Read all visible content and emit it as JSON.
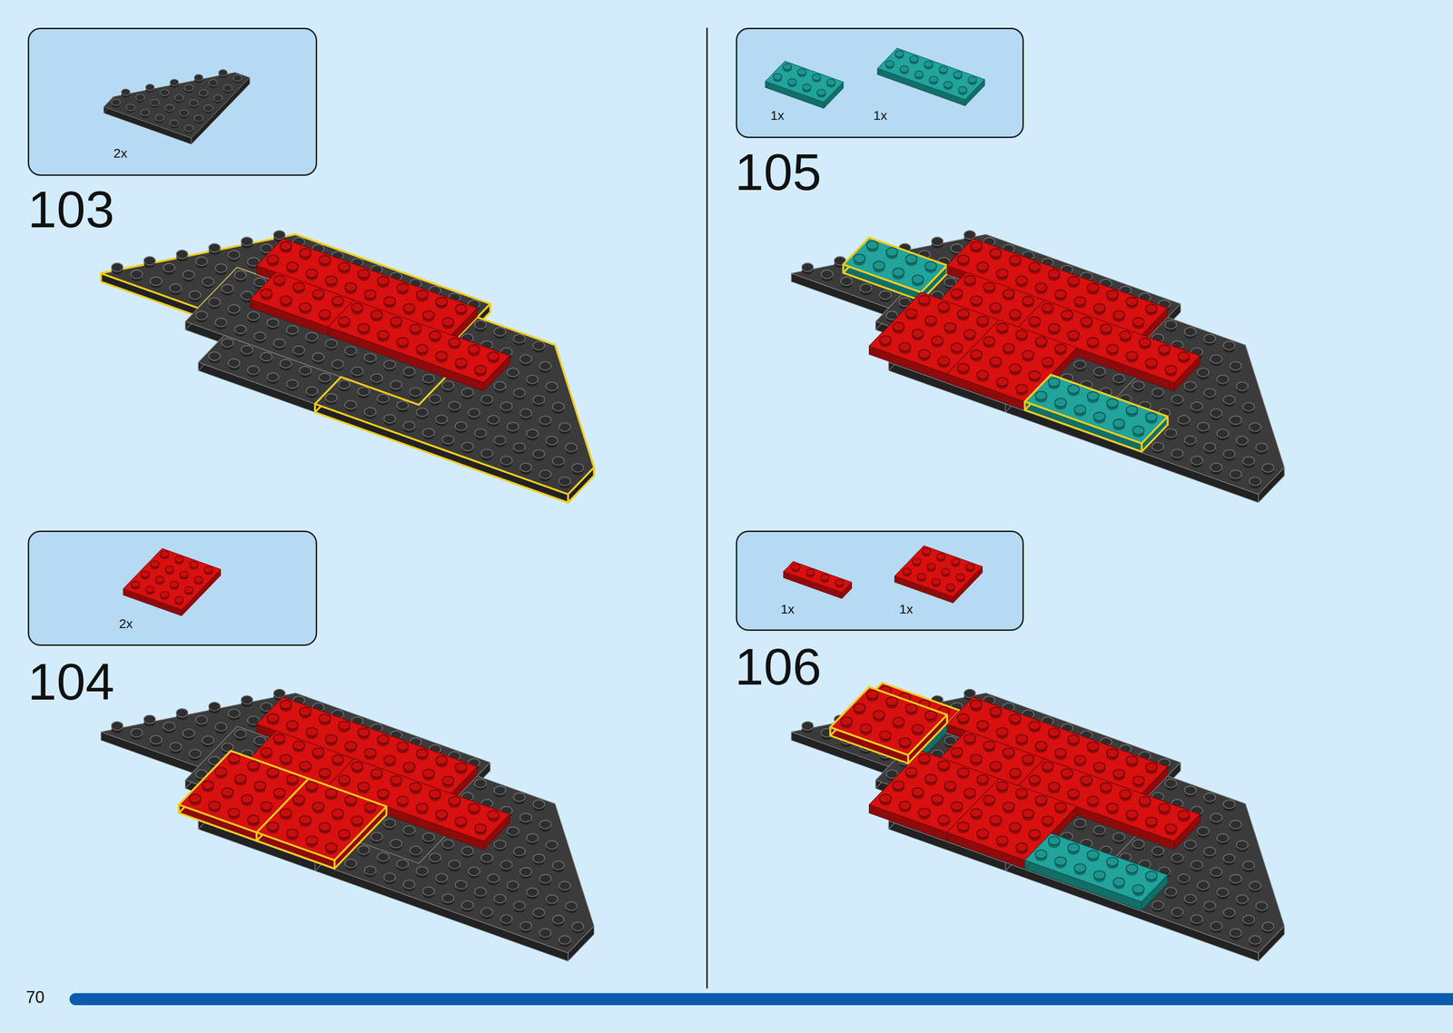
{
  "diagram": {
    "nodes": [
      {
        "text": [
          "2x"
        ]
      },
      {
        "text": [
          "2x"
        ]
      },
      {
        "text": [
          "1x",
          "1x"
        ]
      },
      {
        "text": [
          "1x",
          "1x"
        ]
      }
    ],
    "labels": [
      "103",
      "104",
      "105",
      "106",
      "70"
    ]
  }
}
